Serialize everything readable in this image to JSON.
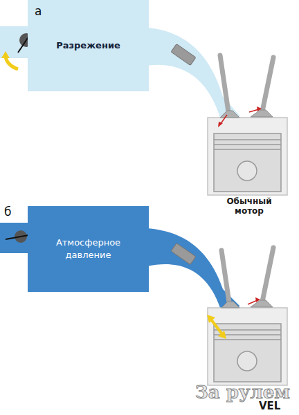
{
  "diagram": {
    "nodes": [
      {
        "text": [
          "Разрежение"
        ]
      },
      {
        "text": [
          "Атмосферное давление"
        ]
      }
    ],
    "labels": [
      "а",
      "б",
      "Обычный мотор",
      "VEL",
      "За рулем"
    ]
  }
}
